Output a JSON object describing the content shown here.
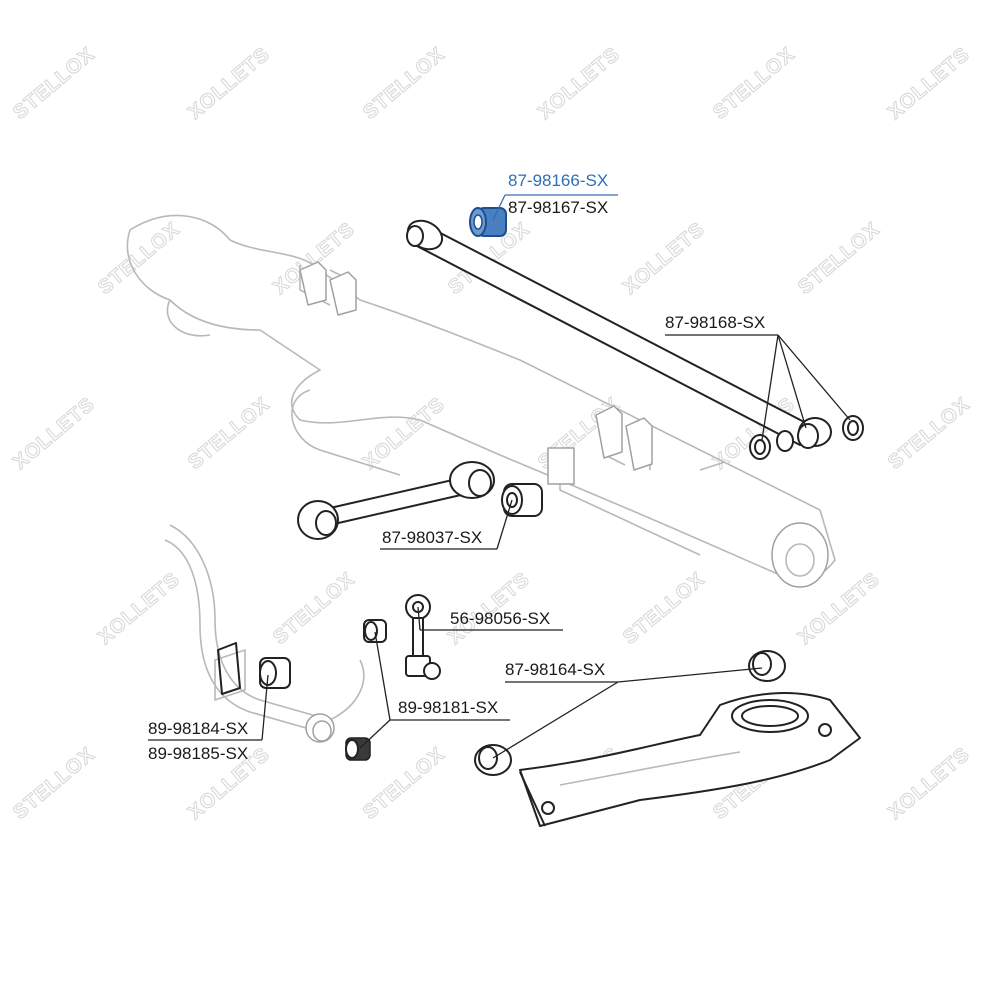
{
  "brand": {
    "watermark": "STELLOX",
    "watermark_mirrored": "XOLLETS"
  },
  "colors": {
    "highlight": "#2f6fb5",
    "line": "#222222",
    "ghost": "#b8b8b8",
    "watermark": "#d6d6d6"
  },
  "labels": {
    "p1": "87-98166-SX",
    "p2": "87-98167-SX",
    "p3": "87-98168-SX",
    "p4": "87-98037-SX",
    "p5": "56-98056-SX",
    "p6": "87-98164-SX",
    "p7": "89-98181-SX",
    "p8": "89-98184-SX",
    "p9": "89-98185-SX"
  }
}
